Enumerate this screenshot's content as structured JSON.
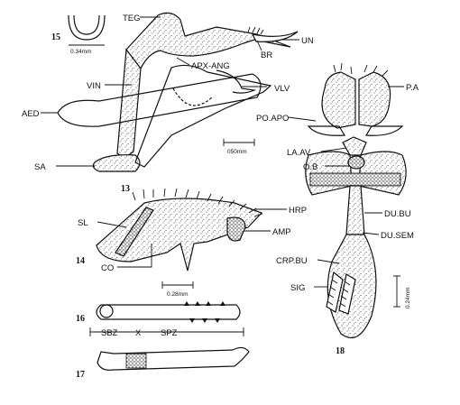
{
  "figure_numbers": [
    "13",
    "14",
    "15",
    "16",
    "17",
    "18"
  ],
  "scale_bars": [
    "0.34mm",
    "050mm",
    "0.28mm",
    "0.24mm"
  ],
  "fig13_labels": [
    "TEG",
    "UN",
    "BR",
    "APX-ANG",
    "VIN",
    "VLV",
    "AED",
    "SA"
  ],
  "fig14_labels": [
    "SL",
    "HRP",
    "AMP",
    "CO"
  ],
  "fig16_labels": [
    "SBZ",
    "X",
    "SPZ"
  ],
  "fig18_labels": [
    "P.A",
    "PO.APO",
    "LA.AV",
    "O.B",
    "DU.BU",
    "DU.SEM",
    "CRP.BU",
    "SIG"
  ],
  "colors": {
    "ink": "#111111",
    "paper": "#ffffff"
  }
}
